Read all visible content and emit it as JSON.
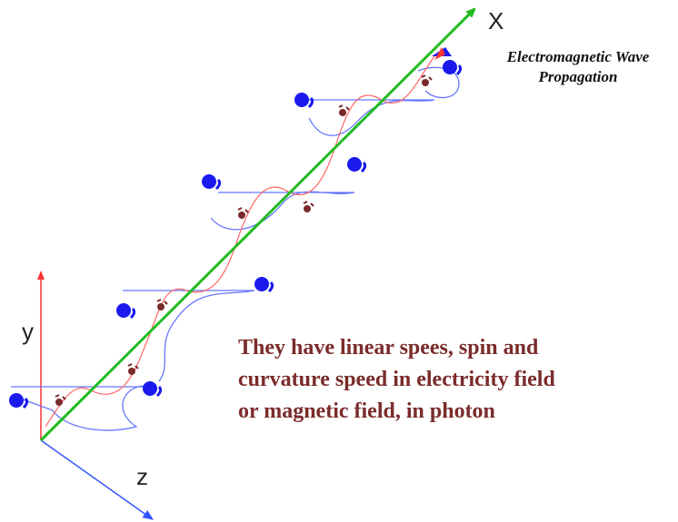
{
  "axes": {
    "x_label": "X",
    "y_label": "y",
    "z_label": "z"
  },
  "title": {
    "line1": "Electromagnetic Wave",
    "line2": "Propagation"
  },
  "caption": {
    "lines": [
      "They have linear spees, spin and",
      "curvature speed in electricity field",
      "or magnetic field, in photon"
    ]
  },
  "colors": {
    "propagation_axis": "#22bb22",
    "y_axis": "#ff3333",
    "z_axis": "#3355ff",
    "electric_wave": "#ff6666",
    "magnetic_wave": "#6677ff",
    "blue_particle": "#1a1aee",
    "red_particle": "#7a2a2a",
    "caption_text": "#7b2b2b"
  },
  "icons": {
    "blue_particle": "blue-dot-with-comma-spin",
    "red_particle": "dark-red-dot-with-spin-marks"
  }
}
